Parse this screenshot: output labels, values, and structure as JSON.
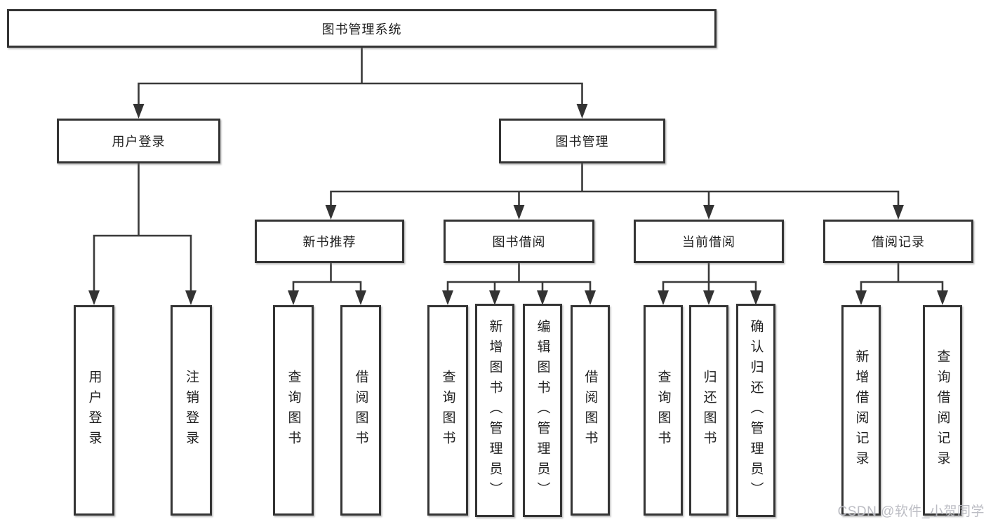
{
  "diagram_title": "图书管理系统",
  "nodes": {
    "root": {
      "label": "图书管理系统"
    },
    "level2": [
      {
        "label": "用户登录"
      },
      {
        "label": "图书管理"
      }
    ],
    "level3": [
      {
        "label": "新书推荐",
        "parent": "图书管理"
      },
      {
        "label": "图书借阅",
        "parent": "图书管理"
      },
      {
        "label": "当前借阅",
        "parent": "图书管理"
      },
      {
        "label": "借阅记录",
        "parent": "图书管理"
      }
    ],
    "leaves": [
      {
        "label": "用户登录",
        "parent": "用户登录"
      },
      {
        "label": "注销登录",
        "parent": "用户登录"
      },
      {
        "label": "查询图书",
        "parent": "新书推荐"
      },
      {
        "label": "借阅图书",
        "parent": "新书推荐"
      },
      {
        "label": "查询图书",
        "parent": "图书借阅"
      },
      {
        "label": "新增图书（管理员）",
        "parent": "图书借阅"
      },
      {
        "label": "编辑图书（管理员）",
        "parent": "图书借阅"
      },
      {
        "label": "借阅图书",
        "parent": "图书借阅"
      },
      {
        "label": "查询图书",
        "parent": "当前借阅"
      },
      {
        "label": "归还图书",
        "parent": "当前借阅"
      },
      {
        "label": "确认归还（管理员）",
        "parent": "当前借阅"
      },
      {
        "label": "新增借阅记录",
        "parent": "借阅记录"
      },
      {
        "label": "查询借阅记录",
        "parent": "借阅记录"
      }
    ]
  },
  "watermark": "CSDN @软件_小贺同学",
  "colors": {
    "line": "#3a3a3a",
    "box_border": "#343434",
    "box_background": "#ffffff",
    "text": "#1f1f1f",
    "watermark": "#b7b8bf"
  }
}
